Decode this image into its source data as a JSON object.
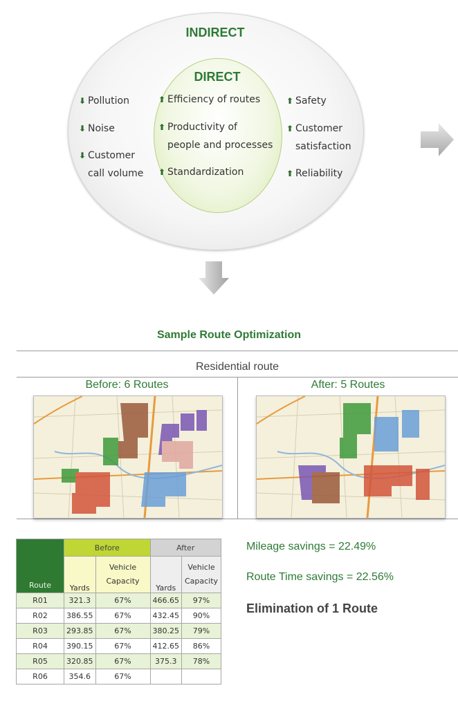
{
  "diagram": {
    "outer_heading": "INDIRECT",
    "inner_heading": "DIRECT",
    "left_items": [
      {
        "direction": "down",
        "text": "Pollution"
      },
      {
        "direction": "down",
        "text": "Noise"
      },
      {
        "direction": "down",
        "text": "Customer\ncall volume"
      }
    ],
    "center_items": [
      {
        "direction": "up",
        "text": "Efficiency of routes"
      },
      {
        "direction": "up",
        "text": "Productivity of\npeople and processes"
      },
      {
        "direction": "up",
        "text": "Standardization"
      }
    ],
    "right_items": [
      {
        "direction": "up",
        "text": "Safety"
      },
      {
        "direction": "up",
        "text": "Customer\nsatisfaction"
      },
      {
        "direction": "up",
        "text": "Reliability"
      }
    ],
    "arrow_icons": {
      "up": "⬆",
      "down": "⬇"
    }
  },
  "optimization": {
    "title": "Sample Route Optimization",
    "subtitle": "Residential route",
    "before_label": "Before: 6 Routes",
    "after_label": "After: 5 Routes"
  },
  "table": {
    "col_route": "Route",
    "group_before": "Before",
    "group_after": "After",
    "col_yards": "Yards",
    "col_capacity": "Vehicle\nCapacity",
    "rows": [
      {
        "route": "R01",
        "b_yards": "321.3",
        "b_cap": "67%",
        "a_yards": "466.65",
        "a_cap": "97%"
      },
      {
        "route": "R02",
        "b_yards": "386.55",
        "b_cap": "67%",
        "a_yards": "432.45",
        "a_cap": "90%"
      },
      {
        "route": "R03",
        "b_yards": "293.85",
        "b_cap": "67%",
        "a_yards": "380.25",
        "a_cap": "79%"
      },
      {
        "route": "R04",
        "b_yards": "390.15",
        "b_cap": "67%",
        "a_yards": "412.65",
        "a_cap": "86%"
      },
      {
        "route": "R05",
        "b_yards": "320.85",
        "b_cap": "67%",
        "a_yards": "375.3",
        "a_cap": "78%"
      },
      {
        "route": "R06",
        "b_yards": "354.6",
        "b_cap": "67%",
        "a_yards": "",
        "a_cap": ""
      }
    ]
  },
  "savings": {
    "mileage": "Mileage savings = 22.49%",
    "route_time": "Route Time savings = 22.56%",
    "elimination": "Elimination of 1 Route"
  },
  "colors": {
    "brand_green": "#2e7a36",
    "before_header": "#bfd634",
    "after_header": "#d3d3d3"
  }
}
